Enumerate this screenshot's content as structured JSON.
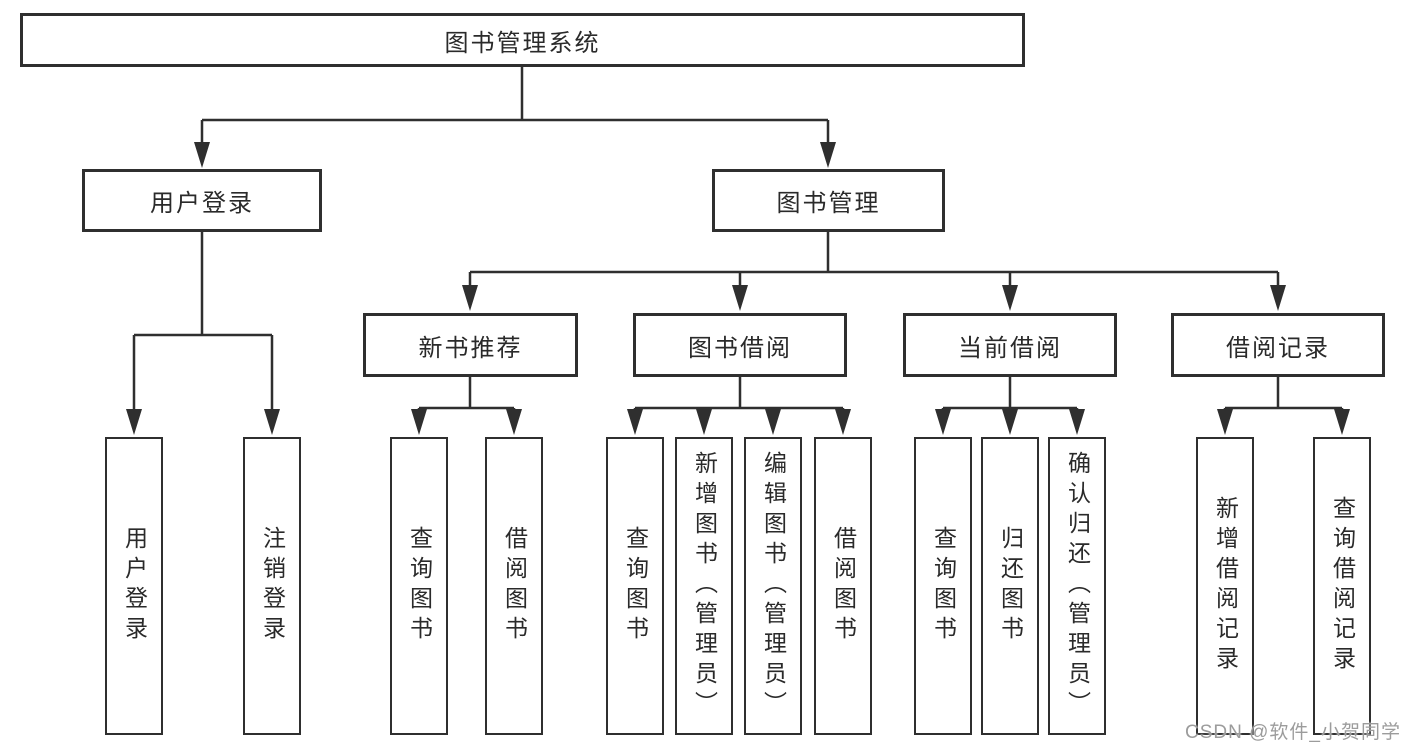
{
  "diagram": {
    "watermark": "CSDN @软件_小贺同学",
    "colors": {
      "line": "#2f2f2f",
      "text": "#2a2a2a",
      "watermark": "#9c9c9c",
      "background": "#ffffff"
    },
    "tree": {
      "label": "图书管理系统",
      "children": [
        {
          "label": "用户登录",
          "children": [
            {
              "label": "用户登录"
            },
            {
              "label": "注销登录"
            }
          ]
        },
        {
          "label": "图书管理",
          "children": [
            {
              "label": "新书推荐",
              "children": [
                {
                  "label": "查询图书"
                },
                {
                  "label": "借阅图书"
                }
              ]
            },
            {
              "label": "图书借阅",
              "children": [
                {
                  "label": "查询图书"
                },
                {
                  "label": "新增图书（管理员）"
                },
                {
                  "label": "编辑图书（管理员）"
                },
                {
                  "label": "借阅图书"
                }
              ]
            },
            {
              "label": "当前借阅",
              "children": [
                {
                  "label": "查询图书"
                },
                {
                  "label": "归还图书"
                },
                {
                  "label": "确认归还（管理员）"
                }
              ]
            },
            {
              "label": "借阅记录",
              "children": [
                {
                  "label": "新增借阅记录"
                },
                {
                  "label": "查询借阅记录"
                }
              ]
            }
          ]
        }
      ]
    }
  }
}
